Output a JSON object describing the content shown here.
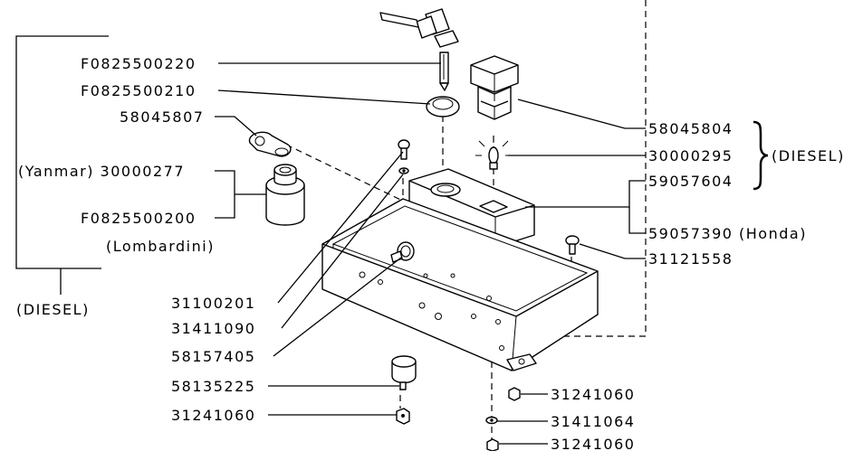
{
  "labels": {
    "f0825500220": "F0825500220",
    "f0825500210": "F0825500210",
    "p58045807": "58045807",
    "yanmar_30000277": "(Yanmar) 30000277",
    "f0825500200": "F0825500200",
    "lombardini": "(Lombardini)",
    "diesel_left": "(DIESEL)",
    "p31100201": "31100201",
    "p31411090": "31411090",
    "p58157405": "58157405",
    "p58135225": "58135225",
    "p31241060_left": "31241060",
    "p58045804": "58045804",
    "p30000295": "30000295",
    "diesel_right": "(DIESEL)",
    "p59057604": "59057604",
    "p59057390_honda": "59057390 (Honda)",
    "p31121558": "31121558",
    "p31241060_r1": "31241060",
    "p31411064": "31411064",
    "p31241060_r2": "31241060"
  }
}
